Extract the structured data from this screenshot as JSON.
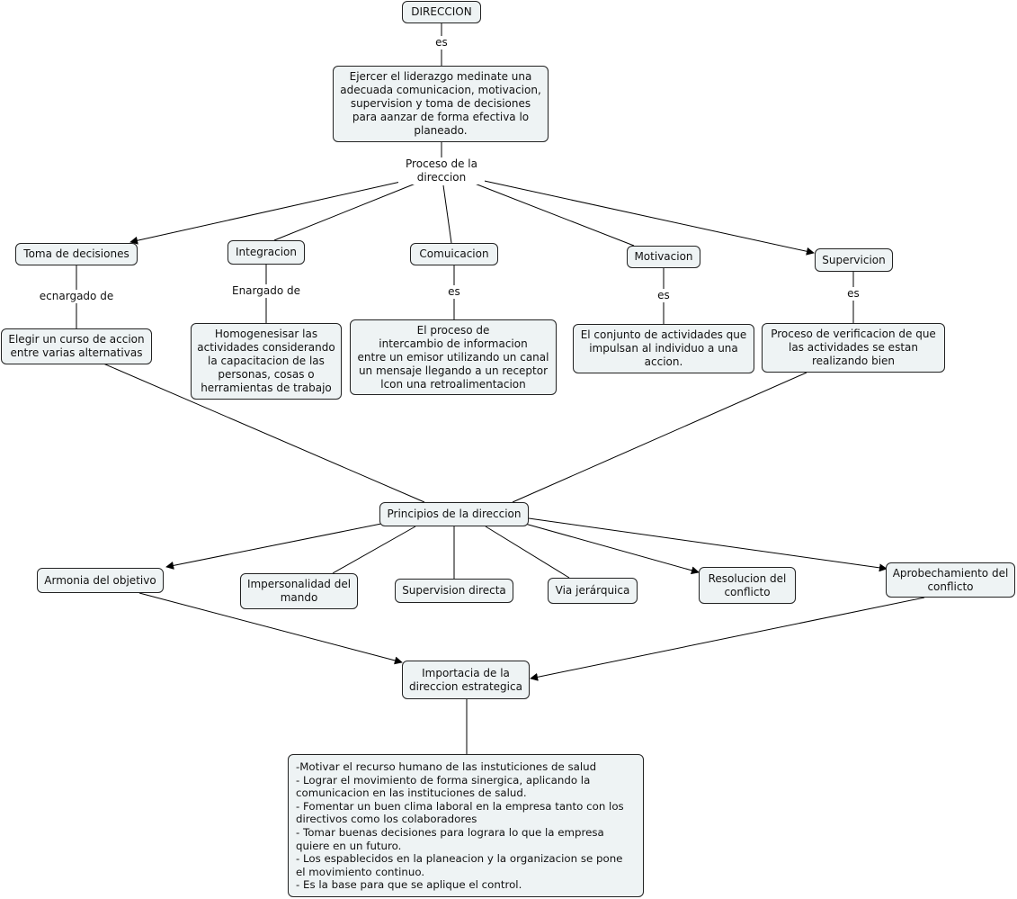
{
  "nodes": {
    "direccion": "DIRECCION",
    "definicion": "Ejercer el liderazgo  medinate una\nadecuada comunicacion, motivacion,\nsupervision y toma de decisiones\npara aanzar de forma efectiva lo\nplaneado.",
    "toma_decisiones": "Toma de decisiones",
    "integracion": "Integracion",
    "comunicacion": "Comuicacion",
    "motivacion": "Motivacion",
    "supervicion": "Supervicion",
    "elegir_curso": "Elegir un curso de accion\nentre varias alternativas",
    "homogenesisar": "Homogenesisar las\nactividades considerando\nla capacitacion de las\npersonas, cosas o\nherramientas de trabajo",
    "proceso_intercambio": "El proceso de\nintercambio de informacion\nentre un emisor utilizando un canal\nun mensaje llegando a un receptor\nlcon una retroalimentacion",
    "conjunto_actividades": "El conjunto de actividades que\nimpulsan al individuo a una\naccion.",
    "proceso_verificacion": "Proceso de verificacion de que\nlas actividades se estan\nrealizando bien",
    "principios": "Principios de la direccion",
    "armonia": "Armonia del objetivo",
    "impersonalidad": "Impersonalidad del\nmando",
    "supervision_directa": "Supervision directa",
    "via_jerarquica": "Via jerárquica",
    "resolucion": "Resolucion del\nconflicto",
    "aprobechamiento": "Aprobechamiento del\nconflicto",
    "importancia": "Importacia de la\ndireccion estrategica",
    "lista_importancia": "-Motivar el recurso humano de las instuticiones de salud\n- Lograr el movimiento de forma sinergica, aplicando la\ncomunicacion en las instituciones de salud.\n- Fomentar un buen clima laboral en la empresa tanto con los\ndirectivos como los colaboradores\n- Tomar buenas decisiones para lograra lo que la empresa\nquiere en un futuro.\n- Los espablecidos en la planeacion y la organizacion se pone\nel movimiento continuo.\n- Es la base para que se aplique el control."
  },
  "link_labels": {
    "es_direccion": "es",
    "proceso": "Proceso de la\ndireccion",
    "encargado_toma": "ecnargado de",
    "encargado_integracion": "Enargado de",
    "es_comunicacion": "es",
    "es_motivacion": "es",
    "es_supervicion": "es"
  },
  "colors": {
    "node_fill": "#eef3f4",
    "node_border": "#222222",
    "line": "#000000",
    "background": "#ffffff"
  }
}
